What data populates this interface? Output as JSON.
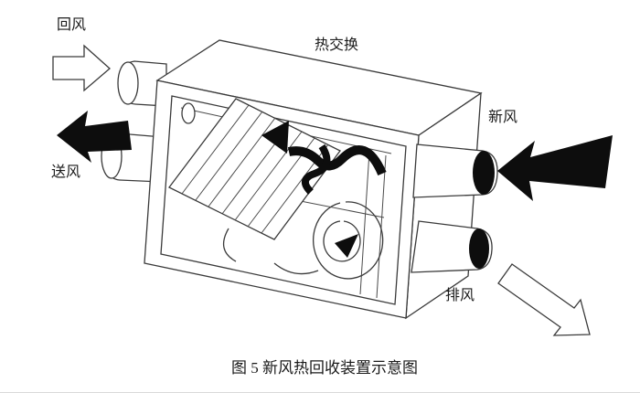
{
  "diagram": {
    "labels": {
      "return_air": "回风",
      "supply_air": "送风",
      "heat_exchange": "热交换",
      "fresh_air": "新风",
      "exhaust_air": "排风"
    },
    "caption": "图 5 新风热回收装置示意图",
    "colors": {
      "line": "#3a3a3a",
      "arrow_black": "#0d0d0d",
      "background": "#ffffff"
    }
  }
}
